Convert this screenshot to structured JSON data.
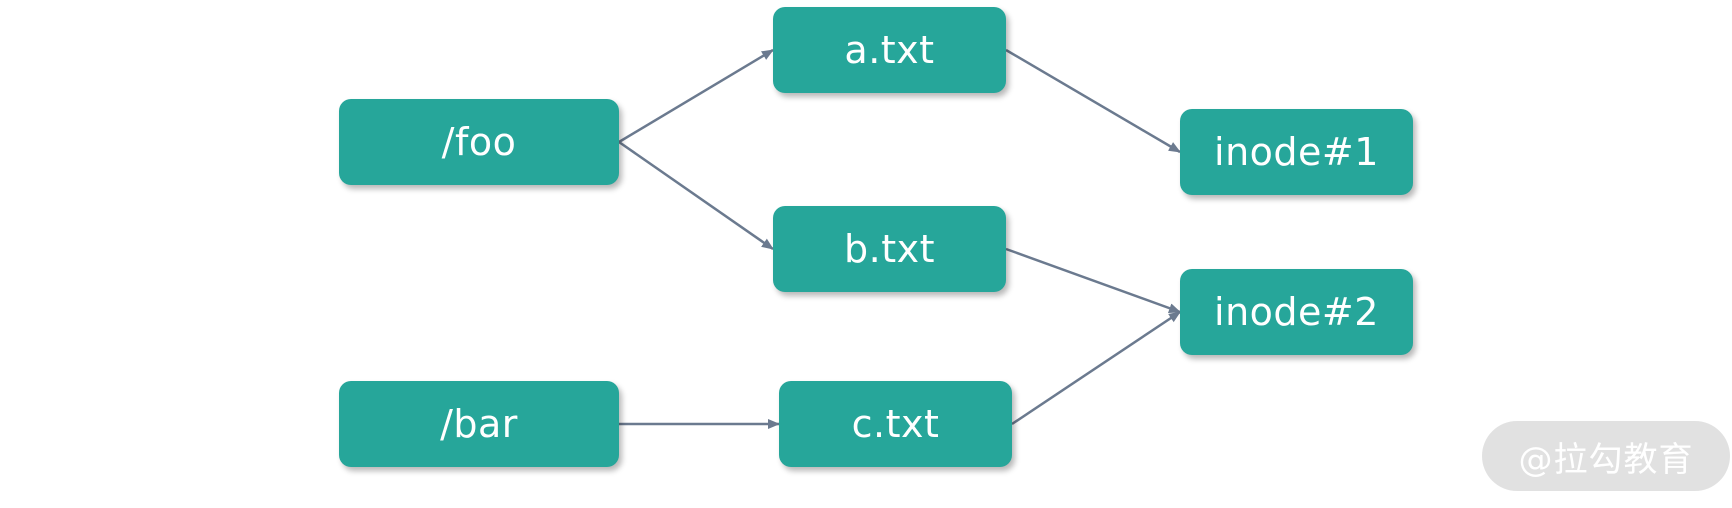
{
  "nodes": {
    "foo": "/foo",
    "bar": "/bar",
    "a_txt": "a.txt",
    "b_txt": "b.txt",
    "c_txt": "c.txt",
    "inode1": "inode#1",
    "inode2": "inode#2"
  },
  "edges": [
    {
      "from": "foo",
      "to": "a_txt"
    },
    {
      "from": "foo",
      "to": "b_txt"
    },
    {
      "from": "bar",
      "to": "c_txt"
    },
    {
      "from": "a_txt",
      "to": "inode1"
    },
    {
      "from": "b_txt",
      "to": "inode2"
    },
    {
      "from": "c_txt",
      "to": "inode2"
    }
  ],
  "colors": {
    "node_fill": "#26a69a",
    "node_text": "#ffffff",
    "edge": "#6b7a8f"
  },
  "watermark": "@拉勾教育"
}
